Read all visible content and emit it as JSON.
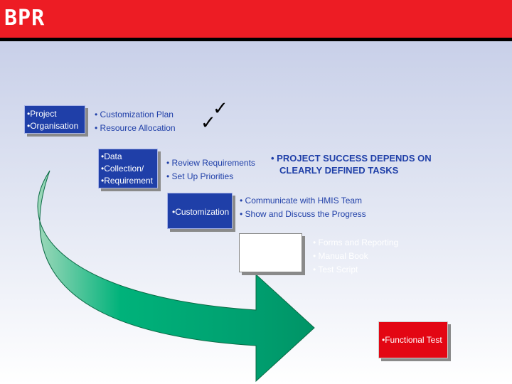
{
  "slide": {
    "title": "BPR",
    "colors": {
      "header": "#ed1c24",
      "box_blue": "#1f3fa8",
      "arrow_green": "#00b27a",
      "text_blue": "#1f3fa8",
      "box_red": "#e30613"
    }
  },
  "box_project": {
    "lines": [
      "•Project",
      "•Organisation"
    ]
  },
  "plan_notes": {
    "lines": [
      "• Customization Plan",
      "• Resource Allocation"
    ]
  },
  "checks": {
    "glyph": "✓"
  },
  "box_data": {
    "lines": [
      "•Data",
      "•Collection/",
      "•Requirement"
    ]
  },
  "review_notes": {
    "lines": [
      "• Review Requirements",
      "• Set Up Priorities"
    ]
  },
  "success": {
    "lines": [
      "• PROJECT SUCCESS DEPENDS ON",
      "CLEARLY DEFINED TASKS"
    ]
  },
  "box_custom": {
    "label": "•Customization"
  },
  "custom_notes": {
    "lines": [
      "• Communicate with HMIS Team",
      "• Show and Discuss the Progress"
    ]
  },
  "forms_notes": {
    "lines": [
      "• Forms and Reporting",
      "• Manual Book",
      "• Test Script"
    ]
  },
  "box_test": {
    "label": "•Functional Test"
  }
}
